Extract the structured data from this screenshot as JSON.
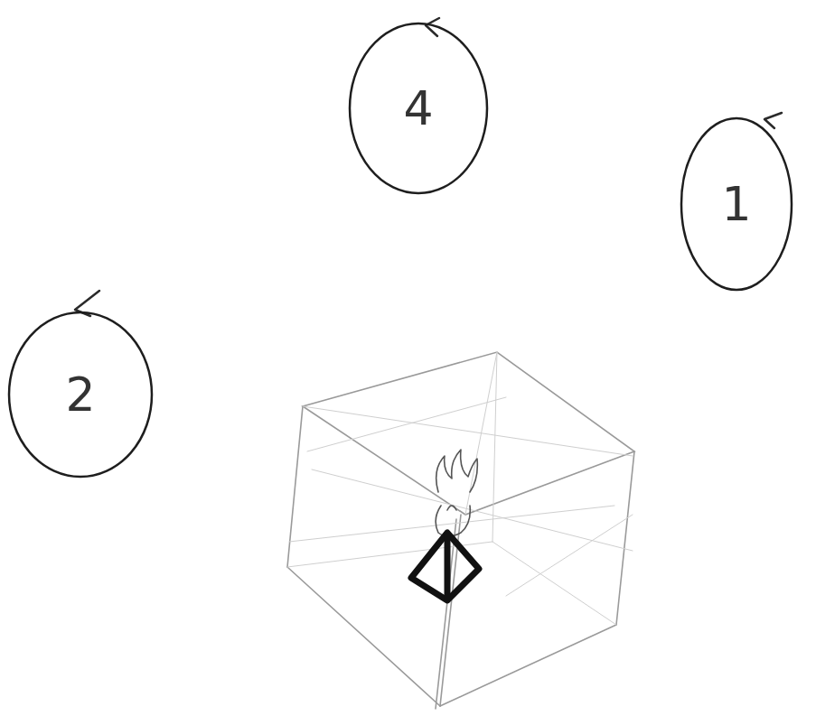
{
  "diagram": {
    "nodes": [
      {
        "text": [
          "4"
        ]
      },
      {
        "text": [
          "1"
        ]
      },
      {
        "text": [
          "2"
        ]
      }
    ]
  }
}
